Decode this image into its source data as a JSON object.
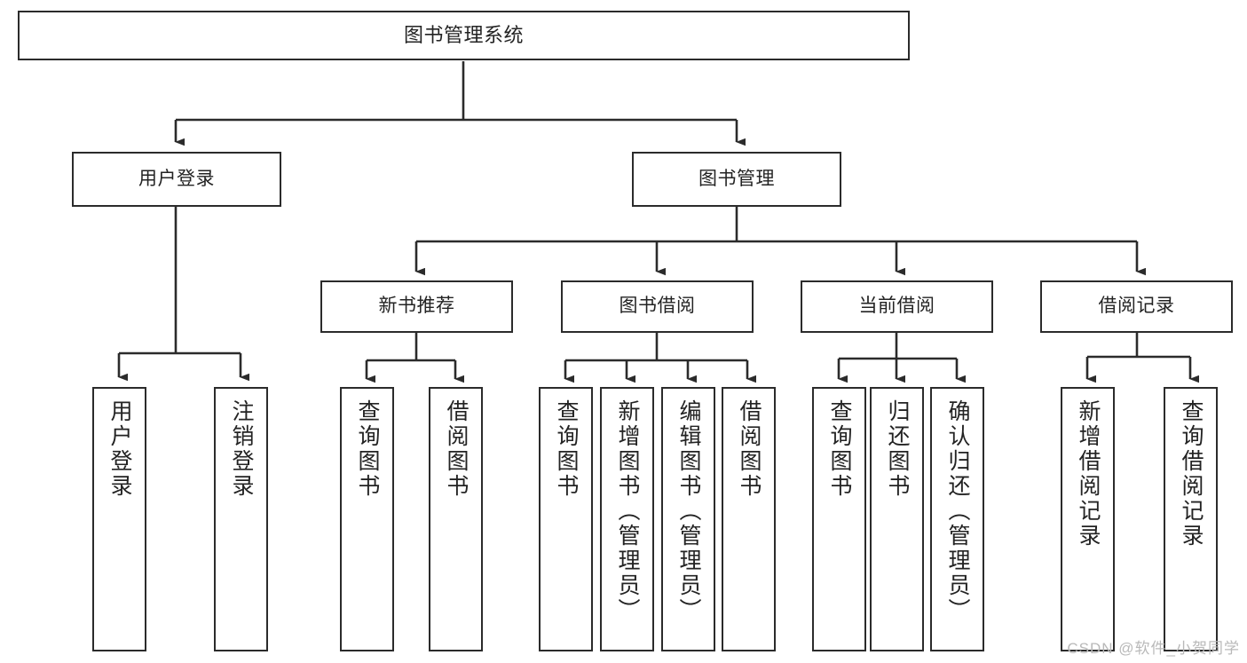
{
  "diagram": {
    "title": "图书管理系统",
    "type": "tree-hierarchy-chart",
    "line_color": "#2b2b2b",
    "box_fill": "#ffffff",
    "text_color": "#232323"
  },
  "root": {
    "label": "图书管理系统"
  },
  "level1": [
    {
      "label": "用户登录"
    },
    {
      "label": "图书管理"
    }
  ],
  "level2": [
    {
      "label": "新书推荐"
    },
    {
      "label": "图书借阅"
    },
    {
      "label": "当前借阅"
    },
    {
      "label": "借阅记录"
    }
  ],
  "leaves": {
    "user_login": [
      {
        "label": "用户登录"
      },
      {
        "label": "注销登录"
      }
    ],
    "new_book_recommend": [
      {
        "label": "查询图书"
      },
      {
        "label": "借阅图书"
      }
    ],
    "book_borrow": [
      {
        "label": "查询图书"
      },
      {
        "label": "新增图书（管理员）"
      },
      {
        "label": "编辑图书（管理员）"
      },
      {
        "label": "借阅图书"
      }
    ],
    "current_borrow": [
      {
        "label": "查询图书"
      },
      {
        "label": "归还图书"
      },
      {
        "label": "确认归还（管理员）"
      }
    ],
    "borrow_records": [
      {
        "label": "新增借阅记录"
      },
      {
        "label": "查询借阅记录"
      }
    ]
  },
  "watermark": {
    "text": "CSDN @软件_小贺同学",
    "color": "#b9b9b9"
  }
}
